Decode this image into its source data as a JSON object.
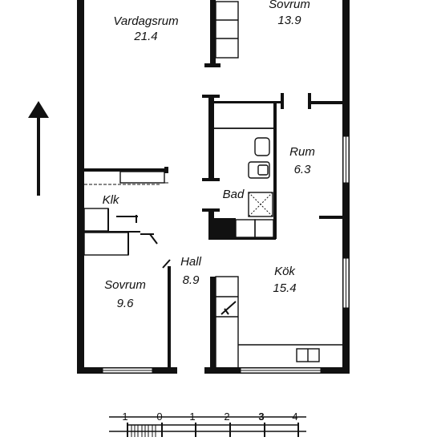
{
  "rooms": {
    "vardagsrum": {
      "name": "Vardagsrum",
      "area": "21.4"
    },
    "sovrum_top": {
      "name": "Sovrum",
      "area": "13.9"
    },
    "rum": {
      "name": "Rum",
      "area": "6.3"
    },
    "bad": {
      "name": "Bad"
    },
    "klk": {
      "name": "Klk"
    },
    "hall": {
      "name": "Hall",
      "area": "8.9"
    },
    "kok": {
      "name": "Kök",
      "area": "15.4"
    },
    "sovrum_bottom": {
      "name": "Sovrum",
      "area": "9.6"
    }
  },
  "scale": {
    "labels": [
      "1",
      "0",
      "1",
      "2",
      "3",
      "4"
    ]
  },
  "icons": {
    "north": "north-arrow-icon"
  }
}
